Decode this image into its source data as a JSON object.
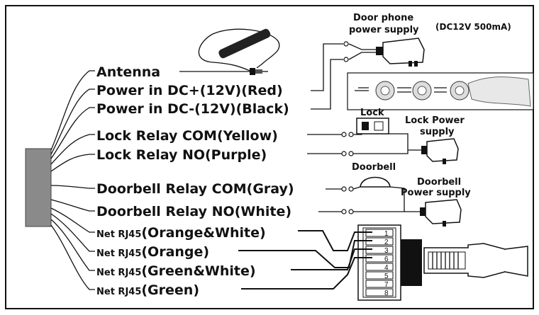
{
  "wires": [
    "Antenna",
    "Power in DC+(12V)(Red)",
    "Power in DC-(12V)(Black)",
    "Lock Relay COM(Yellow)",
    "Lock Relay NO(Purple)",
    "Doorbell Relay COM(Gray)",
    "Doorbell Relay NO(White)"
  ],
  "net": [
    {
      "prefix": "Net RJ45",
      "color": "(Orange&White)"
    },
    {
      "prefix": "Net RJ45",
      "color": "(Orange)"
    },
    {
      "prefix": "Net RJ45",
      "color": "(Green&White)"
    },
    {
      "prefix": "Net RJ45",
      "color": "(Green)"
    }
  ],
  "devices": {
    "door_phone_psu_line1": "Door phone",
    "door_phone_psu_line2": "power supply",
    "door_phone_psu_spec": "(DC12V 500mA)",
    "lock": "Lock",
    "lock_psu_line1": "Lock Power",
    "lock_psu_line2": "supply",
    "doorbell": "Doorbell",
    "doorbell_psu_line1": "Doorbell",
    "doorbell_psu_line2": "Power supply"
  },
  "rj45_pins": [
    "1",
    "2",
    "3",
    "6",
    "4",
    "5",
    "7",
    "8"
  ],
  "colors": {
    "line": "#111111",
    "housing": "#8a8a8a",
    "background": "#ffffff"
  }
}
